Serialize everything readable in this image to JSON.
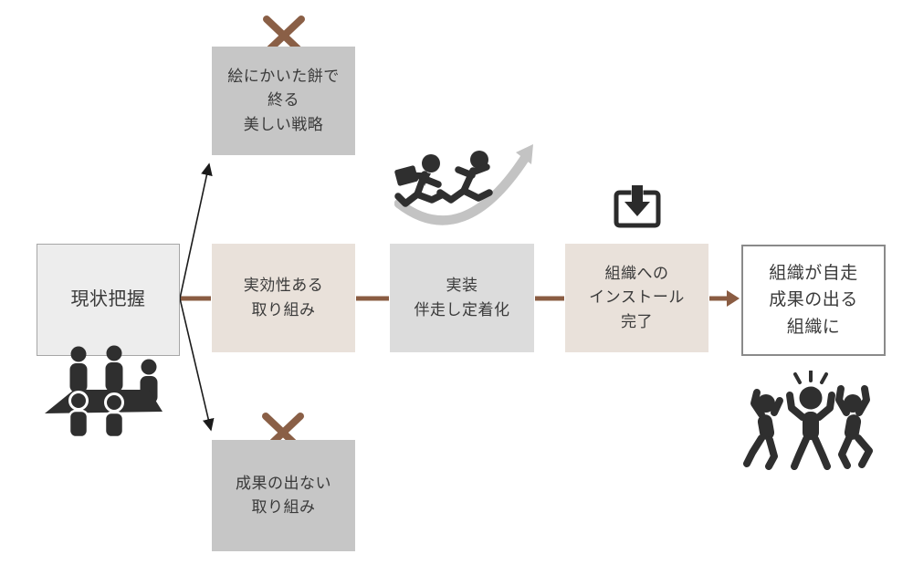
{
  "boxes": {
    "current": {
      "label": "現状把握"
    },
    "strategy": {
      "lines": [
        "絵にかいた餅で",
        "終る",
        "美しい戦略"
      ]
    },
    "effective": {
      "lines": [
        "実効性ある",
        "取り組み"
      ]
    },
    "implement": {
      "lines": [
        "実装",
        "伴走し定着化"
      ]
    },
    "install": {
      "lines": [
        "組織への",
        "インストール",
        "完了"
      ]
    },
    "fail": {
      "lines": [
        "成果の出ない",
        "取り組み"
      ]
    },
    "result": {
      "lines": [
        "組織が自走",
        "成果の出る",
        "組織に"
      ]
    }
  },
  "icons": {
    "meeting": "meeting-people-icon",
    "running": "running-people-with-growth-arrow-icon",
    "download": "install-download-icon",
    "celebrate": "celebrating-people-icon",
    "reject_top": "x-mark-icon",
    "reject_bottom": "x-mark-icon"
  },
  "colors": {
    "accent_brown": "#8a5c42",
    "box_gray": "#c6c6c6",
    "box_beige": "#e9e1da",
    "box_mid_gray": "#dcdcdc",
    "box_light_gray": "#ededed",
    "result_border": "#8a8a8a",
    "icon_dark": "#2f2f2f",
    "curve_arrow_gray": "#c3c3c3",
    "thin_arrow_black": "#1a1a1a"
  }
}
